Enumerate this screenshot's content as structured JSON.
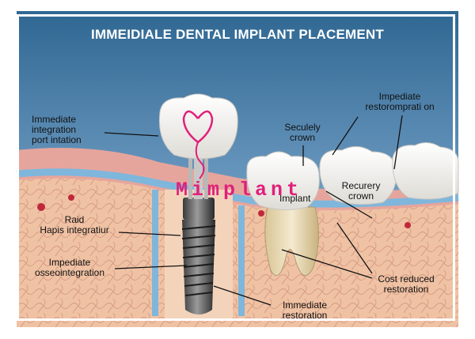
{
  "title": "IMMEIDIALE DENTAL IMPLANT PLACEMENT",
  "labels": {
    "immediate_integration": "Immediate\nintegration\nport intation",
    "seculely_crown": "Seculely\ncrown",
    "impediate_restoration": "Impediate\nrestoromprati on",
    "implant": "Implant",
    "recurery_crown": "Recurery\ncrown",
    "raid": "Raid\nHapis integratiur",
    "impediate_osseo": "Impediate\nosseointegration",
    "cost_reduced": "Cost reduced\nrestoration",
    "immediate_restoration": "Immediate\nrestoration"
  },
  "watermark": "Mimplant",
  "colors": {
    "sky_top": "#2f6792",
    "sky_bottom": "#a7c6dc",
    "gum": "#e6a59c",
    "bone": "#f0c8a8",
    "membrane": "#7fb6dc",
    "tooth": "#f8f8f6",
    "accent": "#e0207a"
  }
}
